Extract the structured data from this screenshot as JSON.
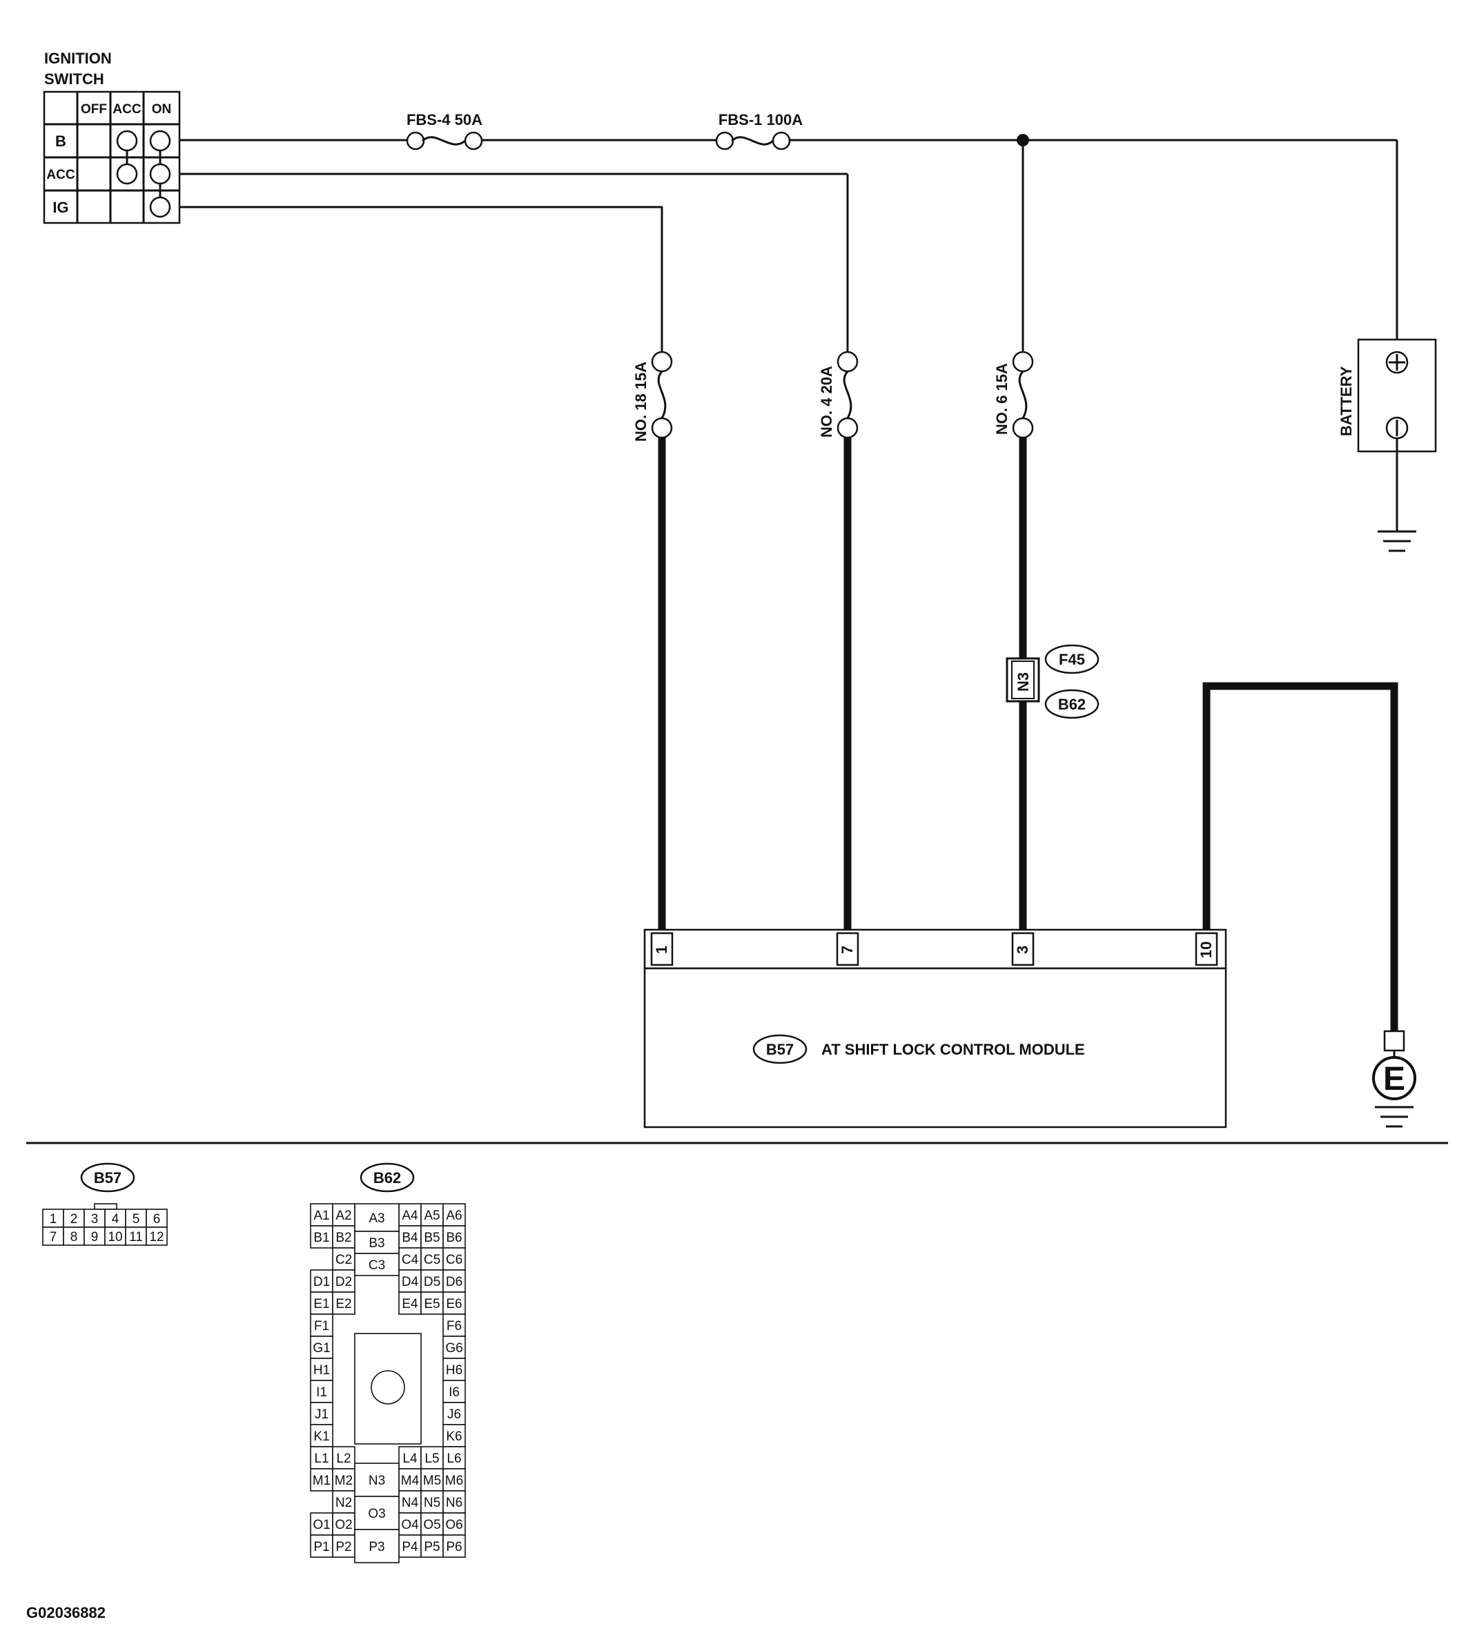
{
  "ignition_switch": {
    "title_line1": "IGNITION",
    "title_line2": "SWITCH",
    "columns": [
      "OFF",
      "ACC",
      "ON"
    ],
    "rows": [
      "B",
      "ACC",
      "IG"
    ]
  },
  "fuses": {
    "fbs4": "FBS-4 50A",
    "fbs1": "FBS-1 100A",
    "no18": "NO. 18 15A",
    "no4": "NO. 4 20A",
    "no6": "NO. 6 15A"
  },
  "battery": {
    "label": "BATTERY",
    "plus": "⊕",
    "minus": "⊖"
  },
  "connector": {
    "pin_label": "N3",
    "badge_top": "F45",
    "badge_bottom": "B62"
  },
  "module": {
    "badge": "B57",
    "name": "AT SHIFT LOCK CONTROL MODULE",
    "pins": [
      "1",
      "7",
      "3",
      "10"
    ]
  },
  "ground": {
    "label": "E"
  },
  "b57_connector": {
    "badge": "B57",
    "top_row": [
      "1",
      "2",
      "3",
      "4",
      "5",
      "6"
    ],
    "bottom_row": [
      "7",
      "8",
      "9",
      "10",
      "11",
      "12"
    ]
  },
  "b62_connector": {
    "badge": "B62",
    "left_col": [
      [
        "A1",
        "A2"
      ],
      [
        "B1",
        "B2"
      ],
      [
        "",
        "C2"
      ],
      [
        "D1",
        "D2"
      ],
      [
        "E1",
        "E2"
      ],
      [
        "F1",
        ""
      ],
      [
        "G1",
        ""
      ],
      [
        "H1",
        ""
      ],
      [
        "I1",
        ""
      ],
      [
        "J1",
        ""
      ],
      [
        "K1",
        ""
      ],
      [
        "L1",
        "L2"
      ],
      [
        "M1",
        "M2"
      ],
      [
        "",
        "N2"
      ],
      [
        "O1",
        "O2"
      ],
      [
        "P1",
        "P2"
      ]
    ],
    "right_col": [
      [
        "A4",
        "A5",
        "A6"
      ],
      [
        "B4",
        "B5",
        "B6"
      ],
      [
        "C4",
        "C5",
        "C6"
      ],
      [
        "D4",
        "D5",
        "D6"
      ],
      [
        "E4",
        "E5",
        "E6"
      ],
      [
        "",
        "",
        "F6"
      ],
      [
        "",
        "",
        "G6"
      ],
      [
        "",
        "",
        "H6"
      ],
      [
        "",
        "",
        "I6"
      ],
      [
        "",
        "",
        "J6"
      ],
      [
        "",
        "",
        "K6"
      ],
      [
        "L4",
        "L5",
        "L6"
      ],
      [
        "M4",
        "M5",
        "M6"
      ],
      [
        "N4",
        "N5",
        "N6"
      ],
      [
        "O4",
        "O5",
        "O6"
      ],
      [
        "P4",
        "P5",
        "P6"
      ]
    ],
    "center_top": [
      "A3",
      "B3",
      "C3"
    ],
    "center_bottom": [
      "N3",
      "O3",
      "P3"
    ]
  },
  "figure_id": "G02036882"
}
